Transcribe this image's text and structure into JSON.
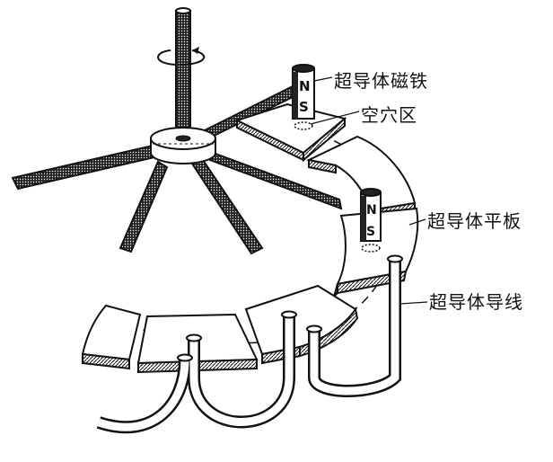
{
  "labels": {
    "superconductor_magnet": "超导体磁铁",
    "hole_region": "空穴区",
    "superconductor_plate": "超导体平板",
    "superconductor_wire": "超导体导线"
  },
  "magnet_poles": {
    "north": "N",
    "south": "S"
  },
  "colors": {
    "ink": "#111111",
    "paper": "#ffffff"
  }
}
